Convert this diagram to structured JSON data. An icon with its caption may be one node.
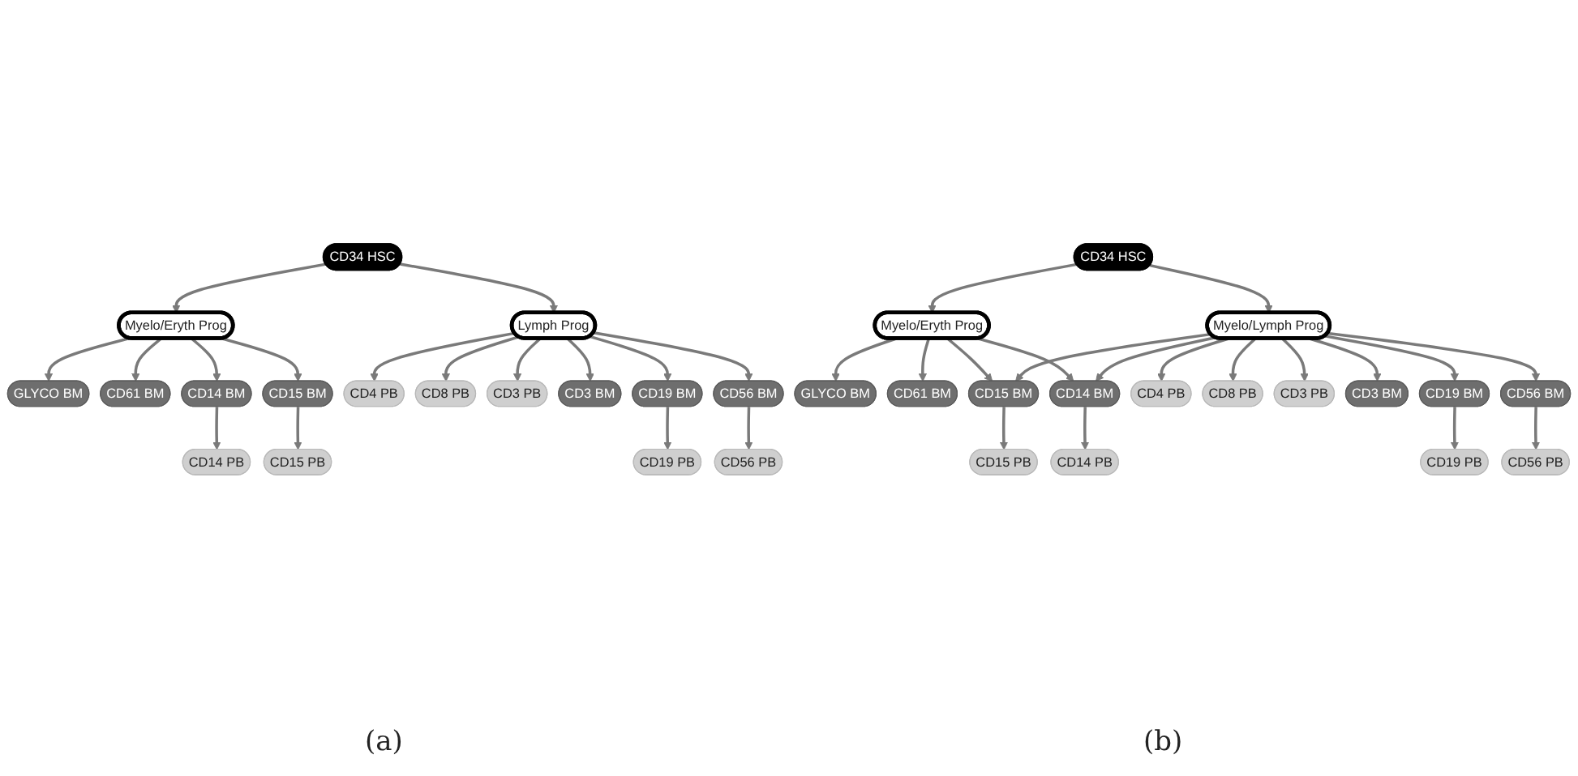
{
  "diagram": {
    "nodes": [
      {
        "text": [
          "CD34 HSC"
        ]
      },
      {
        "text": [
          "Myelo/Eryth Prog"
        ]
      },
      {
        "text": [
          "Lymph Prog"
        ]
      },
      {
        "text": [
          "GLYCO BM"
        ]
      },
      {
        "text": [
          "CD61 BM"
        ]
      },
      {
        "text": [
          "CD14 BM"
        ]
      },
      {
        "text": [
          "CD14 PB"
        ]
      },
      {
        "text": [
          "CD15 BM"
        ]
      },
      {
        "text": [
          "CD15 PB"
        ]
      },
      {
        "text": [
          "CD4 PB"
        ]
      },
      {
        "text": [
          "CD8 PB"
        ]
      },
      {
        "text": [
          "CD3 PB"
        ]
      },
      {
        "text": [
          "CD3 BM"
        ]
      },
      {
        "text": [
          "CD19 BM"
        ]
      },
      {
        "text": [
          "CD19 PB"
        ]
      },
      {
        "text": [
          "CD56 BM"
        ]
      },
      {
        "text": [
          "CD56 PB"
        ]
      },
      {
        "text": [
          "CD34 HSC"
        ]
      },
      {
        "text": [
          "Myelo/Eryth Prog"
        ]
      },
      {
        "text": [
          "Myelo/Lymph Prog"
        ]
      },
      {
        "text": [
          "GLYCO BM"
        ]
      },
      {
        "text": [
          "CD61 BM"
        ]
      },
      {
        "text": [
          "CD15 BM"
        ]
      },
      {
        "text": [
          "CD15 PB"
        ]
      },
      {
        "text": [
          "CD14 BM"
        ]
      },
      {
        "text": [
          "CD14 PB"
        ]
      },
      {
        "text": [
          "CD4 PB"
        ]
      },
      {
        "text": [
          "CD8 PB"
        ]
      },
      {
        "text": [
          "CD3 PB"
        ]
      },
      {
        "text": [
          "CD3 BM"
        ]
      },
      {
        "text": [
          "CD19 BM"
        ]
      },
      {
        "text": [
          "CD19 PB"
        ]
      },
      {
        "text": [
          "CD56 BM"
        ]
      },
      {
        "text": [
          "CD56 PB"
        ]
      }
    ],
    "edges": [
      {
        "from": 0,
        "to": 1,
        "arrow": "to"
      },
      {
        "from": 0,
        "to": 2,
        "arrow": "to"
      },
      {
        "from": 1,
        "to": 3,
        "arrow": "to"
      },
      {
        "from": 1,
        "to": 4,
        "arrow": "to"
      },
      {
        "from": 1,
        "to": 5,
        "arrow": "to"
      },
      {
        "from": 5,
        "to": 6,
        "arrow": "to"
      },
      {
        "from": 1,
        "to": 7,
        "arrow": "to"
      },
      {
        "from": 7,
        "to": 8,
        "arrow": "to"
      },
      {
        "from": 2,
        "to": 9,
        "arrow": "to"
      },
      {
        "from": 2,
        "to": 10,
        "arrow": "to"
      },
      {
        "from": 2,
        "to": 11,
        "arrow": "to"
      },
      {
        "from": 2,
        "to": 12,
        "arrow": "to"
      },
      {
        "from": 2,
        "to": 13,
        "arrow": "to"
      },
      {
        "from": 13,
        "to": 14,
        "arrow": "to"
      },
      {
        "from": 2,
        "to": 15,
        "arrow": "to"
      },
      {
        "from": 15,
        "to": 16,
        "arrow": "to"
      },
      {
        "from": 17,
        "to": 18,
        "arrow": "to"
      },
      {
        "from": 17,
        "to": 19,
        "arrow": "to"
      },
      {
        "from": 18,
        "to": 20,
        "arrow": "to"
      },
      {
        "from": 18,
        "to": 21,
        "arrow": "to"
      },
      {
        "from": 18,
        "to": 22,
        "arrow": "to"
      },
      {
        "from": 19,
        "to": 22,
        "arrow": "to"
      },
      {
        "from": 22,
        "to": 23,
        "arrow": "to"
      },
      {
        "from": 18,
        "to": 24,
        "arrow": "to"
      },
      {
        "from": 19,
        "to": 24,
        "arrow": "to"
      },
      {
        "from": 24,
        "to": 25,
        "arrow": "to"
      },
      {
        "from": 19,
        "to": 26,
        "arrow": "to"
      },
      {
        "from": 19,
        "to": 27,
        "arrow": "to"
      },
      {
        "from": 19,
        "to": 28,
        "arrow": "to"
      },
      {
        "from": 19,
        "to": 29,
        "arrow": "to"
      },
      {
        "from": 19,
        "to": 30,
        "arrow": "to"
      },
      {
        "from": 30,
        "to": 31,
        "arrow": "to"
      },
      {
        "from": 19,
        "to": 32,
        "arrow": "to"
      },
      {
        "from": 32,
        "to": 33,
        "arrow": "to"
      }
    ],
    "labels": [
      "(a)",
      "(b)"
    ]
  }
}
